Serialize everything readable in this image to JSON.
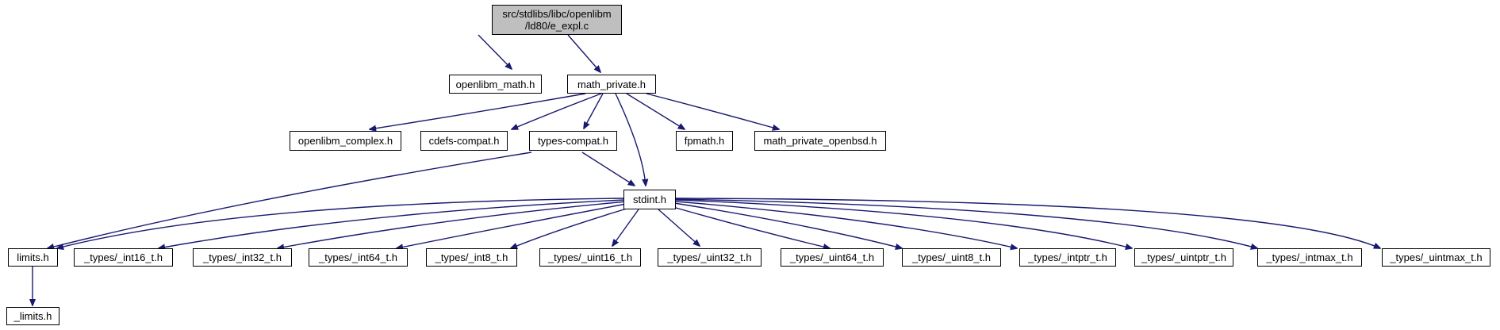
{
  "colors": {
    "edge": "#191970",
    "root_fill": "#bfbfbf",
    "node_fill": "#ffffff",
    "border": "#000000"
  },
  "nodes": {
    "root": "src/stdlibs/libc/openlibm\n/ld80/e_expl.c",
    "openlibm_math": "openlibm_math.h",
    "math_private": "math_private.h",
    "openlibm_complex": "openlibm_complex.h",
    "cdefs_compat": "cdefs-compat.h",
    "types_compat": "types-compat.h",
    "fpmath": "fpmath.h",
    "math_private_openbsd": "math_private_openbsd.h",
    "stdint": "stdint.h",
    "limits": "limits.h",
    "int16": "_types/_int16_t.h",
    "int32": "_types/_int32_t.h",
    "int64": "_types/_int64_t.h",
    "int8": "_types/_int8_t.h",
    "uint16": "_types/_uint16_t.h",
    "uint32": "_types/_uint32_t.h",
    "uint64": "_types/_uint64_t.h",
    "uint8": "_types/_uint8_t.h",
    "intptr": "_types/_intptr_t.h",
    "uintptr": "_types/_uintptr_t.h",
    "intmax": "_types/_intmax_t.h",
    "uintmax": "_types/_uintmax_t.h",
    "_limits": "_limits.h"
  }
}
